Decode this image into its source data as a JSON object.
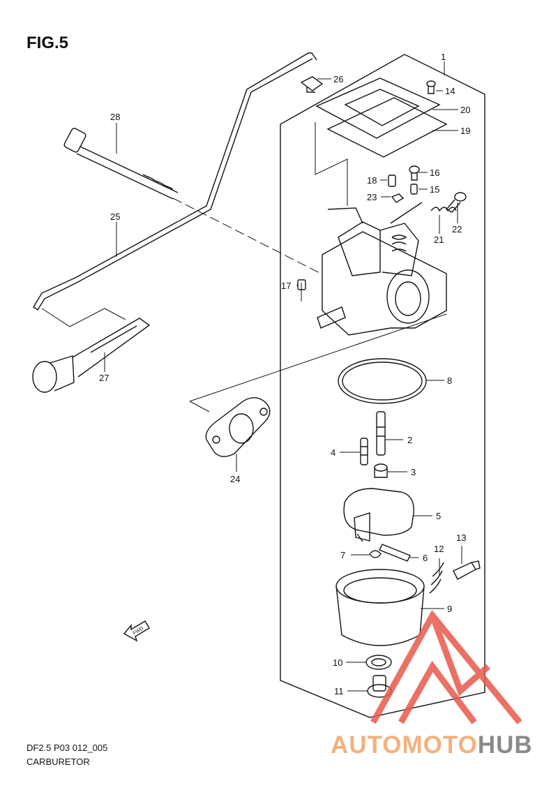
{
  "figure": {
    "title": "FIG.5"
  },
  "footer": {
    "code": "DF2.5 P03 012_005",
    "name": "CARBURETOR"
  },
  "watermark": {
    "part1": "AUTOMOTO",
    "part2": "HUB",
    "color_primary": "#e8584b",
    "color_secondary": "#8a8a8a"
  },
  "fwd_label": "FWD",
  "callouts": {
    "c1": "1",
    "c2": "2",
    "c3": "3",
    "c4": "4",
    "c5": "5",
    "c6": "6",
    "c7": "7",
    "c8": "8",
    "c9": "9",
    "c10": "10",
    "c11": "11",
    "c12": "12",
    "c13": "13",
    "c14": "14",
    "c15": "15",
    "c16": "16",
    "c17": "17",
    "c18": "18",
    "c19": "19",
    "c20": "20",
    "c21": "21",
    "c22": "22",
    "c23": "23",
    "c24": "24",
    "c25": "25",
    "c26": "26",
    "c27": "27",
    "c28": "28"
  }
}
